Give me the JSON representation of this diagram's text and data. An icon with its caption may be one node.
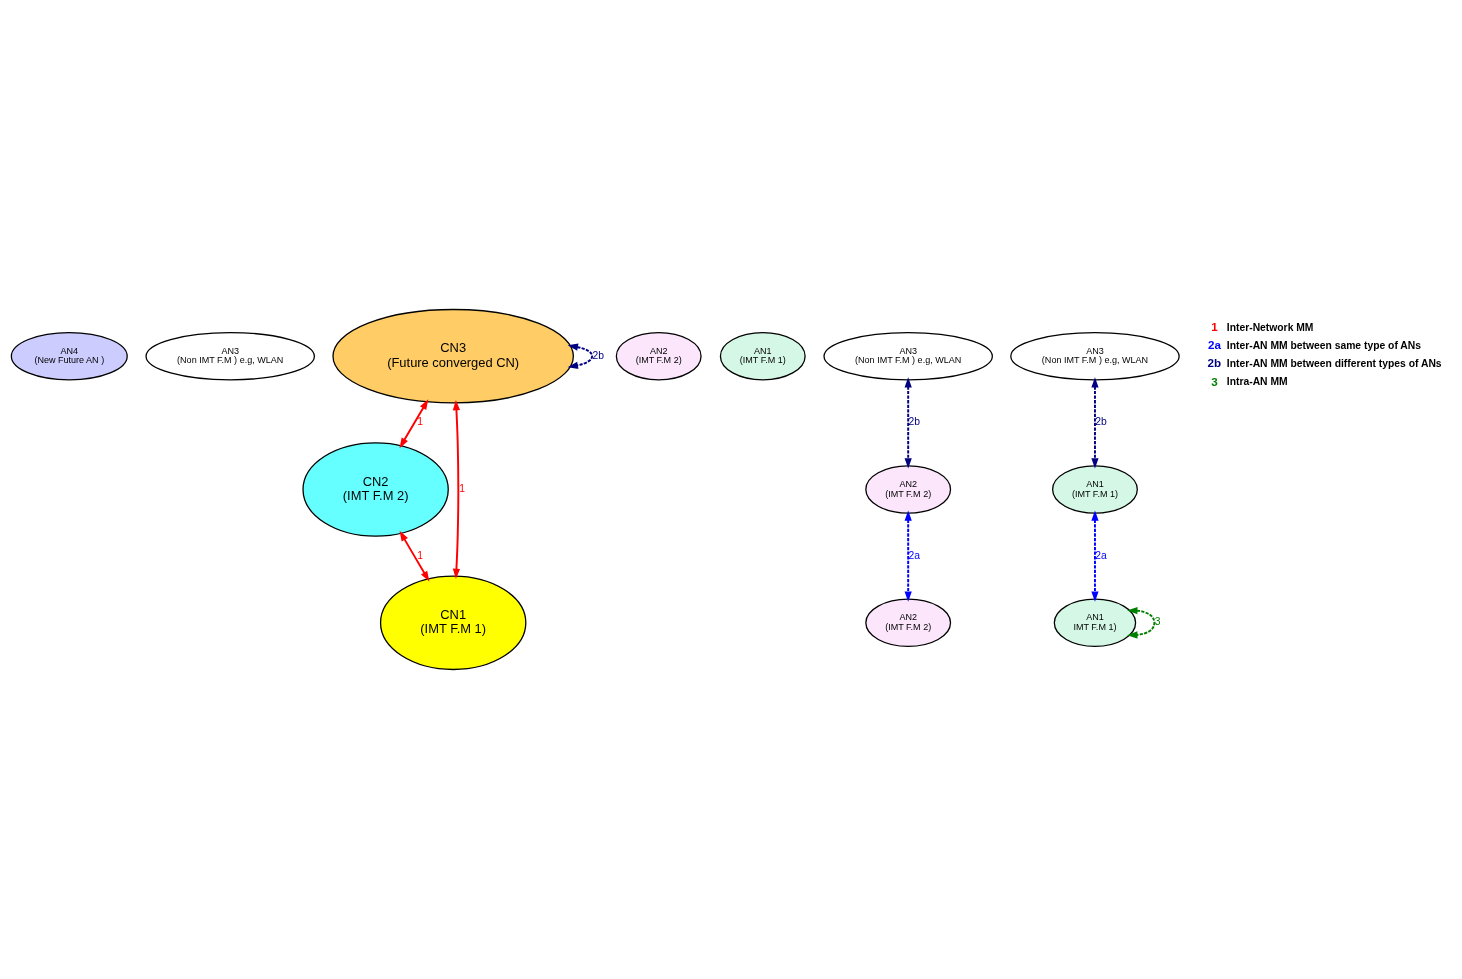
{
  "diagram": {
    "nodes": [
      {
        "text": [
          "AN4",
          "(New Future AN )"
        ]
      },
      {
        "text": [
          "AN3",
          "(Non IMT F.M ) e.g, WLAN"
        ]
      },
      {
        "text": [
          "CN3",
          "(Future converged CN)"
        ]
      },
      {
        "text": [
          "AN2",
          "(IMT F.M 2)"
        ]
      },
      {
        "text": [
          "AN1",
          "(IMT F.M 1)"
        ]
      },
      {
        "text": [
          "AN3",
          "(Non IMT F.M ) e.g, WLAN"
        ]
      },
      {
        "text": [
          "CN2",
          "(IMT F.M 2)"
        ]
      },
      {
        "text": [
          "AN2",
          "(IMT F.M 2)"
        ]
      },
      {
        "text": [
          "AN2",
          "(IMT F.M 2)"
        ]
      },
      {
        "text": [
          "AN3",
          "(Non IMT F.M ) e.g, WLAN"
        ]
      },
      {
        "text": [
          "CN1",
          "(IMT F.M 1)"
        ]
      },
      {
        "text": [
          "AN1",
          "(IMT F.M 1)"
        ]
      },
      {
        "text": [
          "AN1",
          "IMT F.M 1)"
        ]
      }
    ],
    "edges": [
      {
        "from": 2,
        "to": 2,
        "arrow": "both",
        "label": "2b",
        "style": "dashed",
        "color": "#000080"
      },
      {
        "from": 5,
        "to": 7,
        "arrow": "both",
        "label": "2b",
        "style": "dashed",
        "color": "#000080"
      },
      {
        "from": 2,
        "to": 6,
        "arrow": "both",
        "label": "1",
        "color": "#ff0000"
      },
      {
        "from": 7,
        "to": 8,
        "arrow": "both",
        "label": "2a",
        "style": "dashed",
        "color": "#0000ff"
      },
      {
        "from": 6,
        "to": 10,
        "arrow": "both",
        "label": "1",
        "color": "#ff0000"
      },
      {
        "from": 2,
        "to": 10,
        "arrow": "both",
        "label": "1",
        "color": "#ff0000"
      },
      {
        "from": 9,
        "to": 11,
        "arrow": "both",
        "label": "2b",
        "style": "dashed",
        "color": "#000080"
      },
      {
        "from": 11,
        "to": 12,
        "arrow": "both",
        "label": "2a",
        "style": "dashed",
        "color": "#0000ff"
      },
      {
        "from": 12,
        "to": 12,
        "arrow": "both",
        "label": "3",
        "style": "dashed",
        "color": "#008000"
      }
    ],
    "labels": [
      "1",
      "2a",
      "2b",
      "3"
    ],
    "legend": [
      {
        "text": "Inter-Network MM"
      },
      {
        "text": "Inter-AN MM between same type of ANs"
      },
      {
        "text": "Inter-AN MM between different types of ANs"
      },
      {
        "text": "Intra-AN MM"
      }
    ]
  }
}
